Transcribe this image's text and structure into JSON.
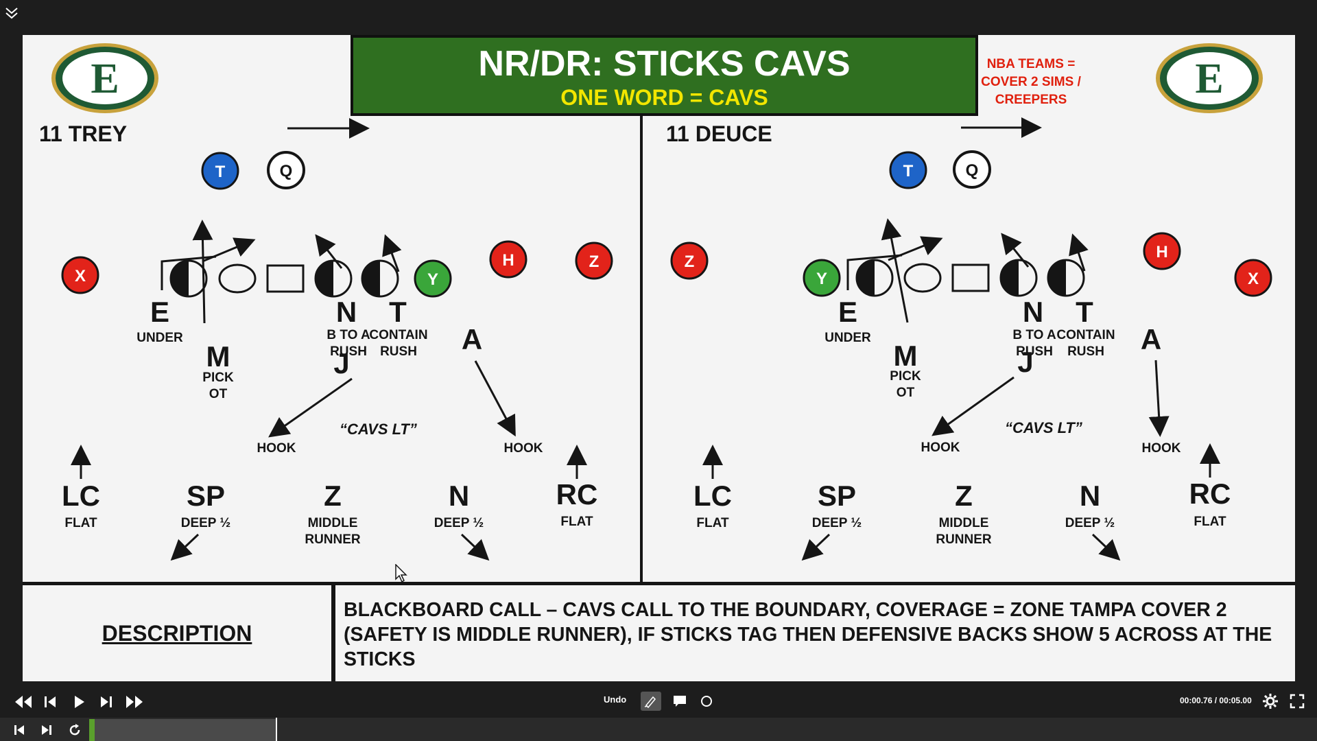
{
  "slide": {
    "title": "NR/DR: STICKS CAVS",
    "subtitle": "ONE WORD = CAVS",
    "note": "NBA TEAMS = COVER 2 SIMS / CREEPERS",
    "logo_letter": "E",
    "left": {
      "formation": "11 TREY",
      "call": "“CAVS LT”",
      "players": {
        "T": "T",
        "Q": "Q",
        "X": "X",
        "Y": "Y",
        "H": "H",
        "Z": "Z"
      },
      "defense": {
        "E": "E",
        "E_role": "UNDER",
        "M": "M",
        "M_role": "PICK OT",
        "N": "N",
        "N_role": "B TO A RUSH",
        "T": "T",
        "T_role": "CONTAIN RUSH",
        "J": "J",
        "A": "A",
        "hook1": "HOOK",
        "hook2": "HOOK",
        "LC": "LC",
        "LC_role": "FLAT",
        "SP": "SP",
        "SP_role": "DEEP ½",
        "Z": "Z",
        "Z_role": "MIDDLE RUNNER",
        "N2": "N",
        "N2_role": "DEEP ½",
        "RC": "RC",
        "RC_role": "FLAT"
      }
    },
    "right": {
      "formation": "11 DEUCE",
      "call": "“CAVS LT”",
      "players": {
        "T": "T",
        "Q": "Q",
        "X": "X",
        "Y": "Y",
        "H": "H",
        "Z": "Z"
      },
      "defense": {
        "E": "E",
        "E_role": "UNDER",
        "M": "M",
        "M_role": "PICK OT",
        "N": "N",
        "N_role": "B TO A RUSH",
        "T": "T",
        "T_role": "CONTAIN RUSH",
        "J": "J",
        "A": "A",
        "hook1": "HOOK",
        "hook2": "HOOK",
        "LC": "LC",
        "LC_role": "FLAT",
        "SP": "SP",
        "SP_role": "DEEP ½",
        "Z": "Z",
        "Z_role": "MIDDLE RUNNER",
        "N2": "N",
        "N2_role": "DEEP ½",
        "RC": "RC",
        "RC_role": "FLAT"
      }
    },
    "description_label": "DESCRIPTION",
    "description": "BLACKBOARD CALL – CAVS CALL TO THE BOUNDARY, COVERAGE = ZONE TAMPA COVER 2 (SAFETY IS MIDDLE RUNNER), IF STICKS TAG THEN DEFENSIVE BACKS SHOW 5 ACROSS AT THE STICKS"
  },
  "player": {
    "undo_label": "Undo",
    "time_current": "00:00.76",
    "time_total": "00:05.00",
    "time_separator": " / ",
    "progress": 0.15
  },
  "colors": {
    "banner_green": "#2f6f20",
    "subtitle_yellow": "#f2e600",
    "note_red": "#e0200e",
    "offense_blue": "#1e64c8",
    "offense_red": "#e2231a",
    "offense_green": "#3aa63a",
    "logo_green": "#1f5a34",
    "logo_gold": "#c8a23c",
    "progress_green": "#5aa02c"
  }
}
